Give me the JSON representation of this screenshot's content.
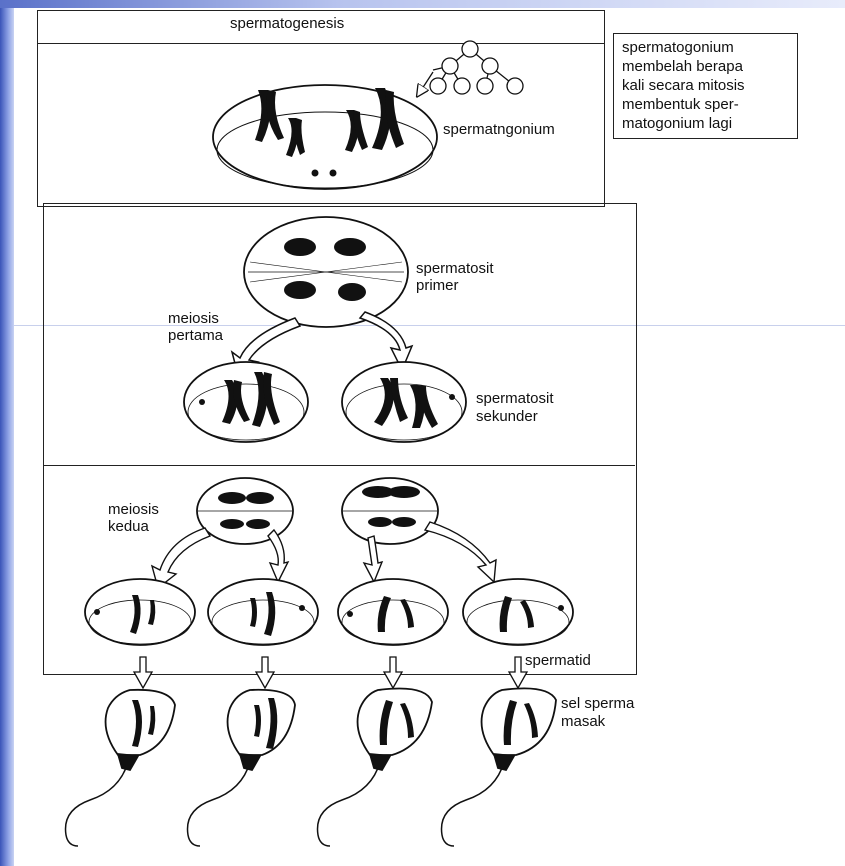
{
  "labels": {
    "title": "spermatogenesis",
    "spermatogonium": "spermatngonium",
    "spermatosit_primer": [
      "spermatosit",
      "primer"
    ],
    "meiosis_pertama": [
      "meiosis",
      "pertama"
    ],
    "spermatosit_sekunder": [
      "spermatosit",
      "sekunder"
    ],
    "meiosis_kedua": [
      "meiosis",
      "kedua"
    ],
    "spermatid": "spermatid",
    "sel_sperma_masak": [
      "sel sperma",
      "masak"
    ]
  },
  "note": {
    "lines": [
      "spermatogonium",
      "membelah berapa",
      "kali secara mitosis",
      "membentuk sper-",
      "matogonium lagi"
    ]
  },
  "colors": {
    "ink": "#111111",
    "stripe": "#3a54b8",
    "background": "#ffffff"
  }
}
